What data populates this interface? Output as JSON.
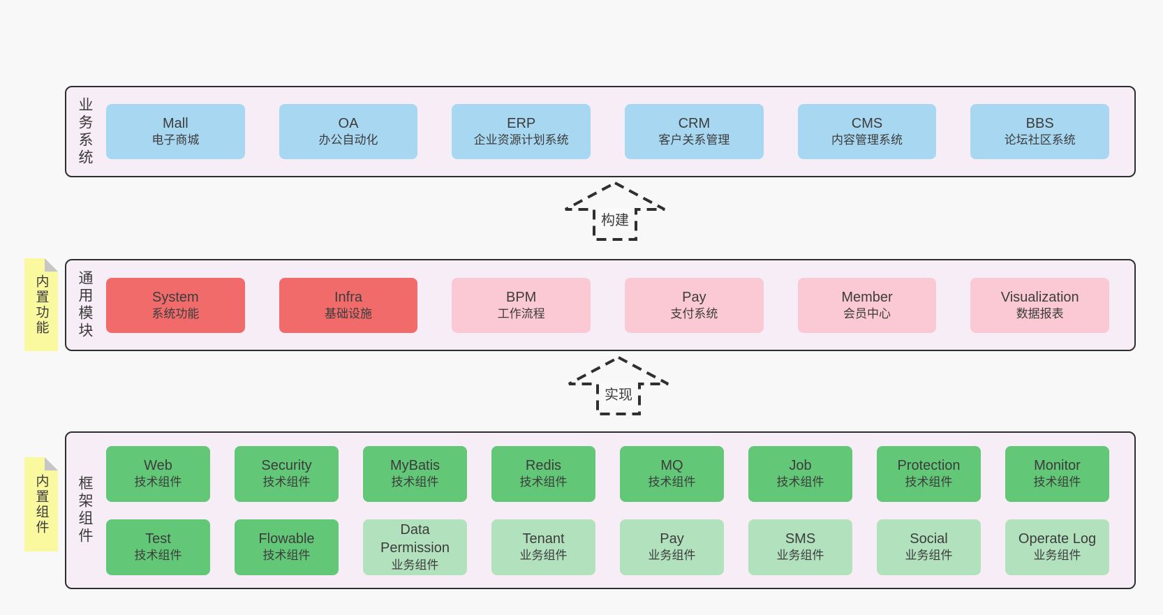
{
  "colors": {
    "page_bg": "#f8f8f8",
    "panel_bg": "#f7edf6",
    "panel_border": "#2e2e2e",
    "blue_box": "#a8d8f1",
    "red_box": "#f16b6b",
    "pink_box": "#fbc9d3",
    "green_box": "#62c878",
    "light_green_box": "#b2e2bd",
    "sticky_bg": "#fbf9a0",
    "text": "#3c3c3c"
  },
  "panels": [
    {
      "label": "业务系统",
      "boxes": [
        {
          "title": "Mall",
          "subtitle": "电子商城"
        },
        {
          "title": "OA",
          "subtitle": "办公自动化"
        },
        {
          "title": "ERP",
          "subtitle": "企业资源计划系统"
        },
        {
          "title": "CRM",
          "subtitle": "客户关系管理"
        },
        {
          "title": "CMS",
          "subtitle": "内容管理系统"
        },
        {
          "title": "BBS",
          "subtitle": "论坛社区系统"
        }
      ]
    },
    {
      "sticky_label": "内置功能",
      "label": "通用模块",
      "boxes": [
        {
          "title": "System",
          "subtitle": "系统功能"
        },
        {
          "title": "Infra",
          "subtitle": "基础设施"
        },
        {
          "title": "BPM",
          "subtitle": "工作流程"
        },
        {
          "title": "Pay",
          "subtitle": "支付系统"
        },
        {
          "title": "Member",
          "subtitle": "会员中心"
        },
        {
          "title": "Visualization",
          "subtitle": "数据报表"
        }
      ]
    },
    {
      "sticky_label": "内置组件",
      "label": "框架组件",
      "rows": [
        [
          {
            "title": "Web",
            "subtitle": "技术组件"
          },
          {
            "title": "Security",
            "subtitle": "技术组件"
          },
          {
            "title": "MyBatis",
            "subtitle": "技术组件"
          },
          {
            "title": "Redis",
            "subtitle": "技术组件"
          },
          {
            "title": "MQ",
            "subtitle": "技术组件"
          },
          {
            "title": "Job",
            "subtitle": "技术组件"
          },
          {
            "title": "Protection",
            "subtitle": "技术组件"
          },
          {
            "title": "Monitor",
            "subtitle": "技术组件"
          }
        ],
        [
          {
            "title": "Test",
            "subtitle": "技术组件"
          },
          {
            "title": "Flowable",
            "subtitle": "技术组件"
          },
          {
            "title": "Data Permission",
            "subtitle": "业务组件"
          },
          {
            "title": "Tenant",
            "subtitle": "业务组件"
          },
          {
            "title": "Pay",
            "subtitle": "业务组件"
          },
          {
            "title": "SMS",
            "subtitle": "业务组件"
          },
          {
            "title": "Social",
            "subtitle": "业务组件"
          },
          {
            "title": "Operate Log",
            "subtitle": "业务组件"
          }
        ]
      ]
    }
  ],
  "arrows": [
    {
      "label": "构建"
    },
    {
      "label": "实现"
    }
  ]
}
